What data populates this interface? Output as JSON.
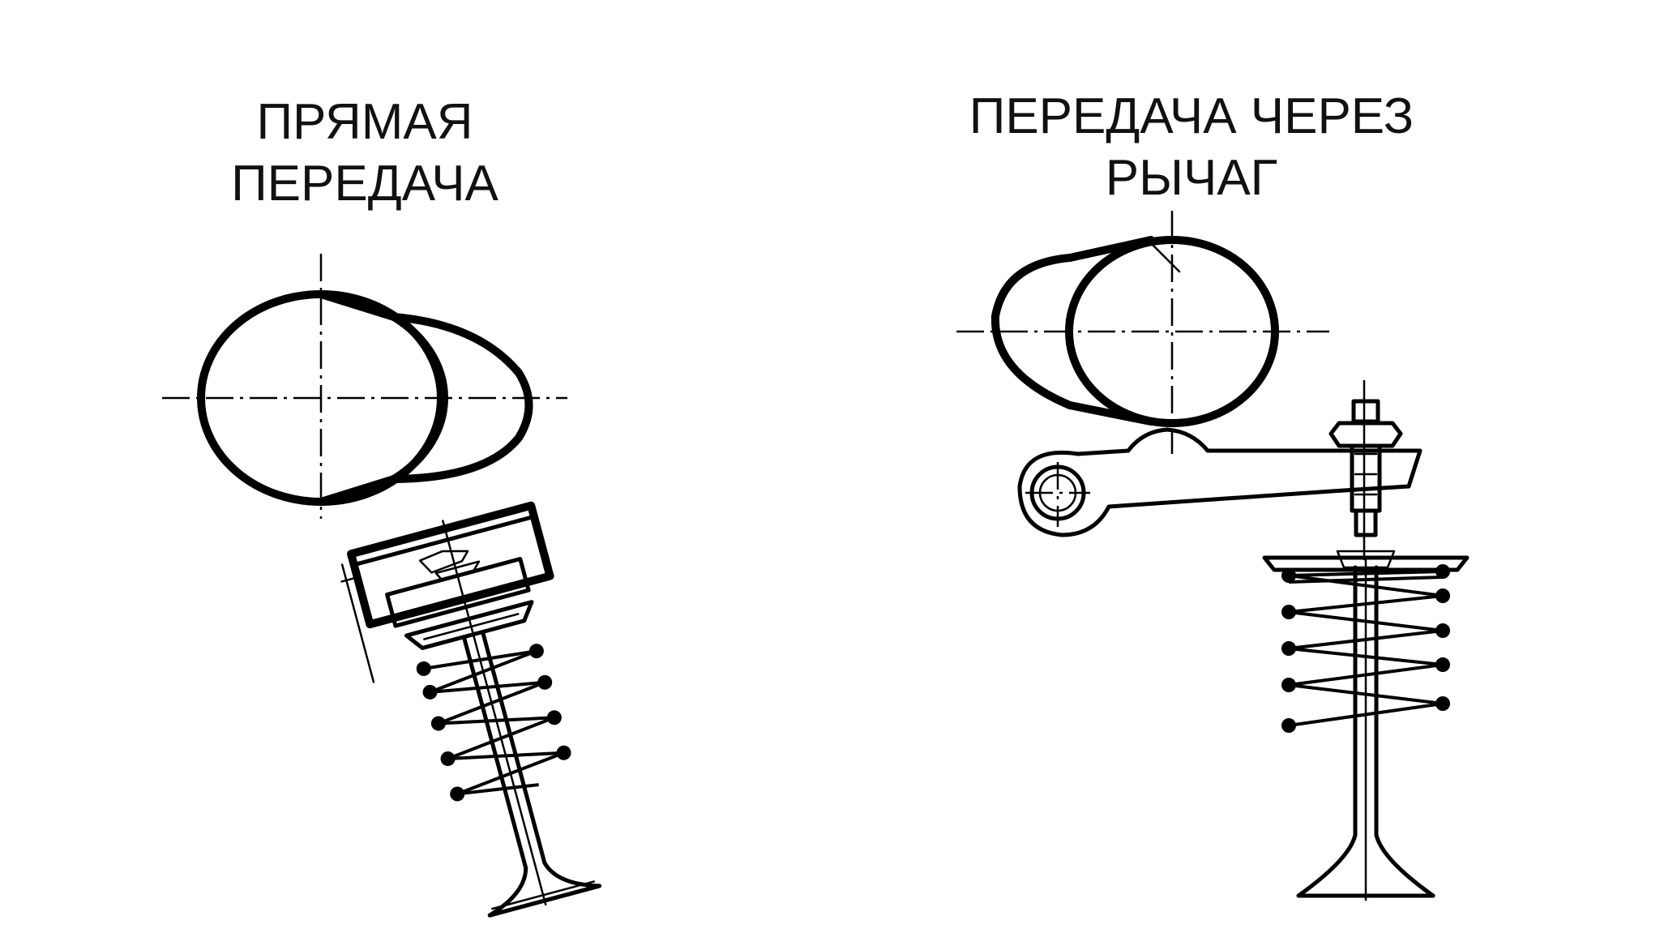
{
  "diagrams": [
    {
      "id": "direct",
      "title_lines": [
        "ПРЯМАЯ",
        "ПЕРЕДАЧА"
      ]
    },
    {
      "id": "lever",
      "title_lines": [
        "ПЕРЕДАЧА ЧЕРЕЗ",
        "РЫЧАГ"
      ]
    }
  ],
  "colors": {
    "ink": "#000000",
    "background": "#ffffff"
  }
}
